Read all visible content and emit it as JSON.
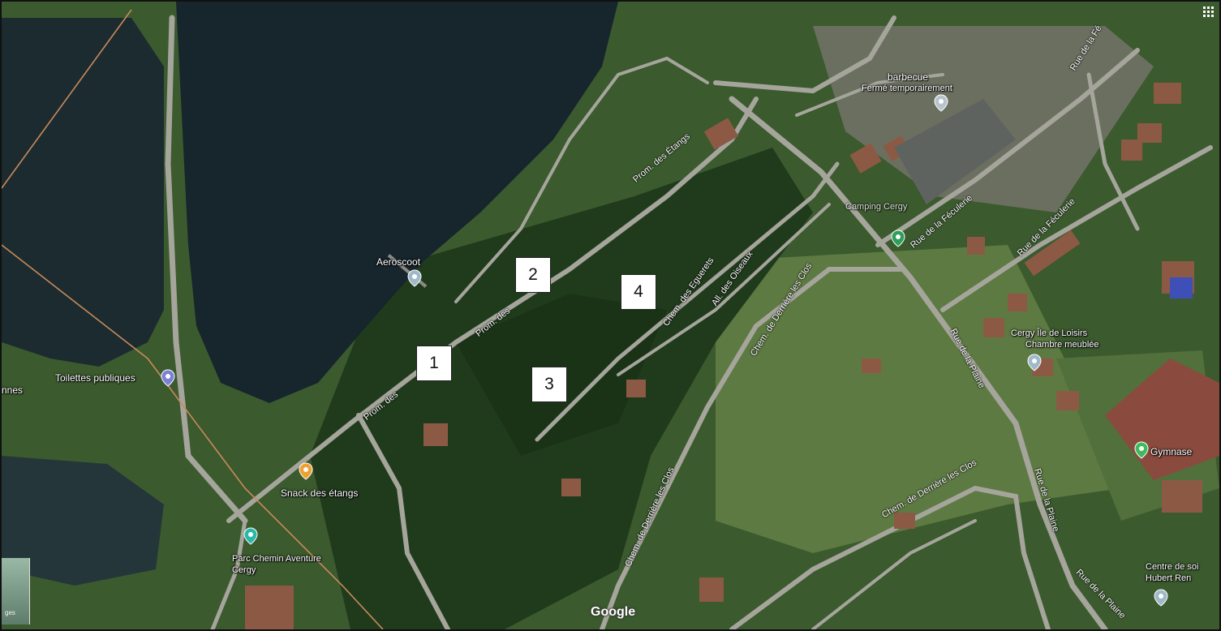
{
  "markers": [
    {
      "id": "1",
      "label": "1"
    },
    {
      "id": "2",
      "label": "2"
    },
    {
      "id": "3",
      "label": "3"
    },
    {
      "id": "4",
      "label": "4"
    }
  ],
  "pois": {
    "barbecue": {
      "name": "barbecue",
      "status": "Fermé temporairement"
    },
    "aeroscoot": "Aeroscoot",
    "toilettes": "Toilettes publiques",
    "snack": "Snack des étangs",
    "parc": "Parc Chemin Aventure Cergy",
    "cergy_ile": "Cergy Île de Loisirs",
    "chambre": "Chambre meublée",
    "gymnase": "Gymnase",
    "centre": "Centre de soi Hubert Ren",
    "camping": "Camping Cergy",
    "left_edge": "nnes"
  },
  "streets": {
    "prom_etangs_top": "Prom. des Étangs",
    "prom_mid": "Prom. des",
    "prom_low": "Prom. des",
    "cham_eguerets": "Chem. des Eguerets",
    "all_oiseaux": "All. des Oiseaux",
    "cham_derriere_1": "Chem. de Derrière les Clos",
    "cham_derriere_2": "Chem. de Derrière les Clos",
    "cham_derriere_3": "Chem. de Derrière les Clos",
    "rue_feculerie_1": "Rue de la Féculerie",
    "rue_feculerie_2": "Rue de la Féculerie",
    "rue_feculerie_top": "Rue de la Fé",
    "rue_plaine_1": "Rue de la Plaine",
    "rue_plaine_2": "Rue de la Plaine",
    "rue_plaine_3": "Rue de la Plaine"
  },
  "attribution": "Google",
  "thumbnail_label": "ges",
  "colors": {
    "water": "#1b2a32",
    "forest": "#2e4a26",
    "grass": "#55713e",
    "road": "#9a9a94",
    "label_box_bg": "#ffffff"
  }
}
